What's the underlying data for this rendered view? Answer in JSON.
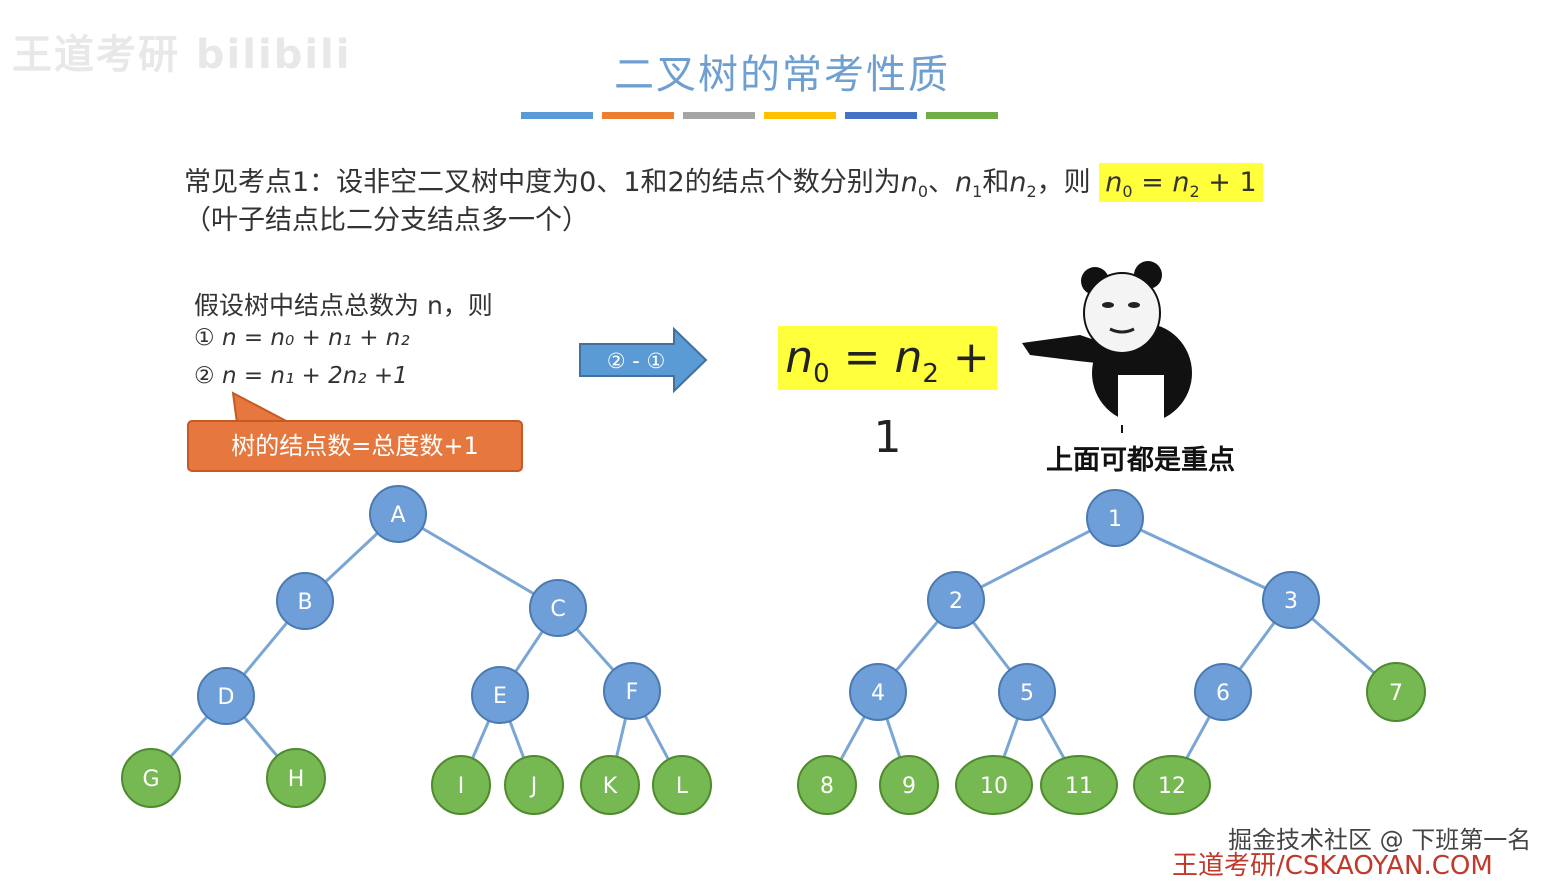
{
  "watermark": "王道考研 bilibili",
  "title": "二叉树的常考性质",
  "title_bar_colors": [
    "#5b9bd5",
    "#ed7d31",
    "#a5a5a5",
    "#ffc000",
    "#4472c4",
    "#70ad47"
  ],
  "point1": {
    "prefix": "常见考点1：设非空二叉树中度为0、1和2的结点个数分别为",
    "n0": "n",
    "n0_sub": "0",
    "sep1": "、",
    "n1": "n",
    "n1_sub": "1",
    "and": "和",
    "n2": "n",
    "n2_sub": "2",
    "then": "，则",
    "formula_lhs": "n",
    "formula_lhs_sub": "0",
    "formula_eq": " = ",
    "formula_rhs": "n",
    "formula_rhs_sub": "2",
    "formula_tail": " + 1",
    "note": "（叶子结点比二分支结点多一个）"
  },
  "assume": {
    "intro": "假设树中结点总数为 n，则",
    "eq1_label": "①",
    "eq1": "n = n₀ + n₁ + n₂",
    "eq2_label": "②",
    "eq2": "n = n₁ + 2n₂ +1"
  },
  "callout_text": "树的结点数=总度数+1",
  "arrow_text": "② - ①",
  "result": {
    "lhs": "n",
    "lhs_sub": "0",
    "eq": " = ",
    "rhs": "n",
    "rhs_sub": "2",
    "tail": " + 1"
  },
  "meme_caption": "上面可都是重点",
  "tree_left": {
    "internal": [
      "A",
      "B",
      "C",
      "D",
      "E",
      "F"
    ],
    "leaves": [
      "G",
      "H",
      "I",
      "J",
      "K",
      "L"
    ]
  },
  "tree_right": {
    "internal": [
      "1",
      "2",
      "3",
      "4",
      "5",
      "6"
    ],
    "leaves": [
      "7",
      "8",
      "9",
      "10",
      "11",
      "12"
    ]
  },
  "colors": {
    "internal_node": "#6f9fd8",
    "leaf_node": "#76b852",
    "edge": "#7aa6d6",
    "highlight": "#ffff3c",
    "callout": "#e5773f"
  },
  "footer": {
    "line1": "掘金技术社区 @ 下班第一名",
    "line2": "王道考研/CSKAOYAN.COM"
  }
}
